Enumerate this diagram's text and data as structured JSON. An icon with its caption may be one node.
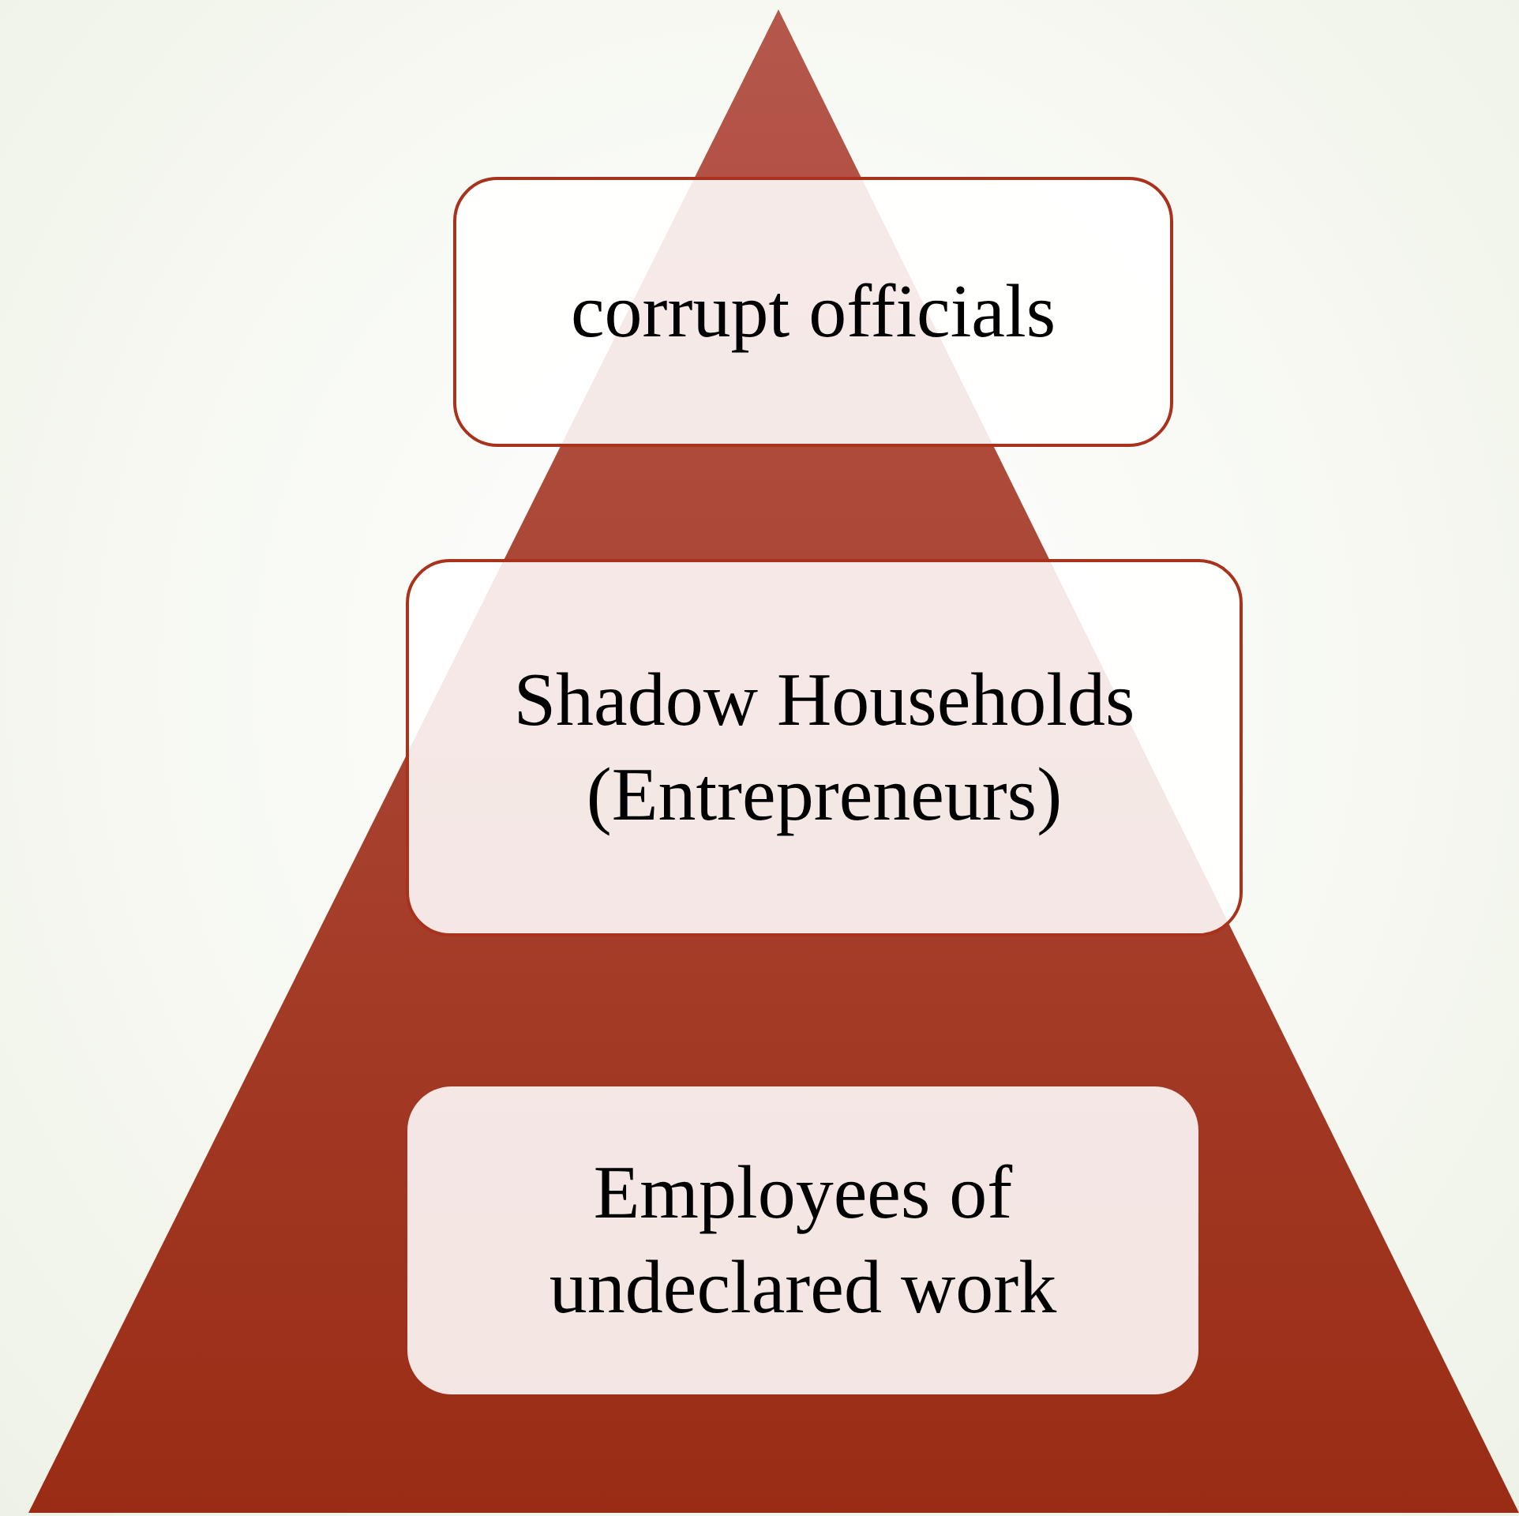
{
  "diagram": {
    "nodes": [
      {
        "text": [
          "corrupt officials"
        ]
      },
      {
        "text": [
          "Shadow Households (Entrepreneurs)"
        ]
      },
      {
        "text": [
          "Employees of undeclared work"
        ]
      }
    ]
  }
}
